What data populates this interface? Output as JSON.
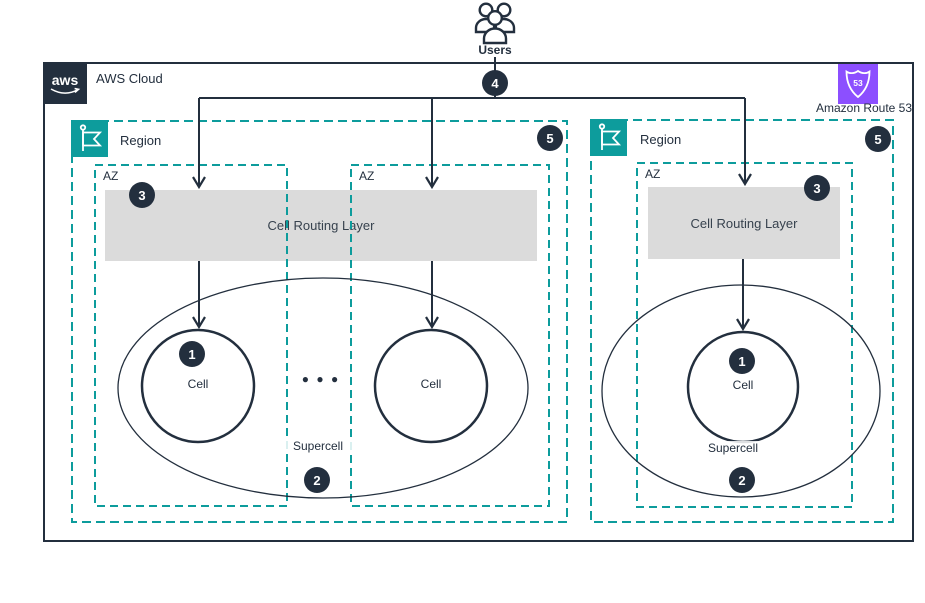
{
  "users": {
    "label": "Users"
  },
  "cloud": {
    "logo_text": "aws",
    "label": "AWS Cloud"
  },
  "route53": {
    "icon_number": "53",
    "label": "Amazon Route 53"
  },
  "flow_badge": "4",
  "regions": [
    {
      "label": "Region",
      "badge_region": "5",
      "azs": [
        {
          "label": "AZ"
        },
        {
          "label": "AZ"
        }
      ],
      "routing_layer": {
        "label": "Cell Routing Layer",
        "badge": "3"
      },
      "supercell": {
        "label": "Supercell",
        "badge": "2"
      },
      "cells": [
        {
          "label": "Cell",
          "badge": "1"
        },
        {
          "label": "Cell"
        }
      ],
      "ellipsis": "● ● ●"
    },
    {
      "label": "Region",
      "badge_region": "5",
      "azs": [
        {
          "label": "AZ"
        }
      ],
      "routing_layer": {
        "label": "Cell Routing Layer",
        "badge": "3"
      },
      "supercell": {
        "label": "Supercell",
        "badge": "2"
      },
      "cells": [
        {
          "label": "Cell",
          "badge": "1"
        }
      ]
    }
  ],
  "colors": {
    "navy": "#232F3E",
    "teal": "#0D9C9C",
    "routing_gray": "#DBDBDB",
    "route53_purple": "#8C4FFF",
    "badge_bg": "#232F3E",
    "badge_text": "#FFFFFF"
  }
}
